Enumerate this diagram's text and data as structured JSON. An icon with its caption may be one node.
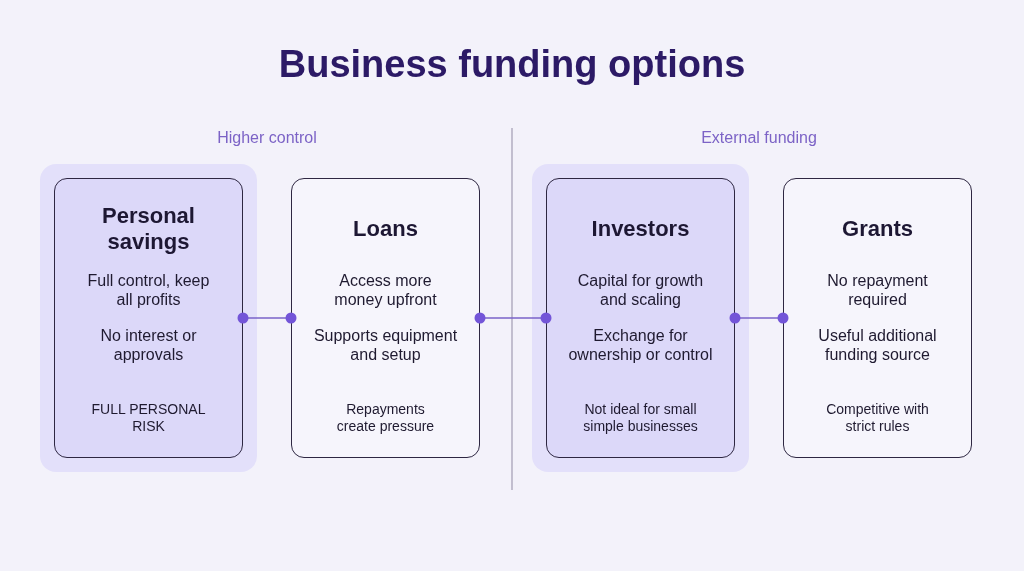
{
  "diagram": {
    "title": "Business funding options",
    "nodes": [
      {
        "text": [
          "Personal savings",
          "Full control, keep all profits",
          "No interest or approvals",
          "FULL PERSONAL RISK"
        ]
      },
      {
        "text": [
          "Loans",
          "Access more money upfront",
          "Supports equipment and setup",
          "Repayments create pressure"
        ]
      },
      {
        "text": [
          "Investors",
          "Capital for growth and scaling",
          "Exchange for ownership or control",
          "Not ideal for small simple businesses"
        ]
      },
      {
        "text": [
          "Grants",
          "No repayment required",
          "Useful additional funding source",
          "Competitive with strict rules"
        ]
      }
    ],
    "edges": [
      {
        "from": 0,
        "to": 1,
        "arrow": "other"
      },
      {
        "from": 1,
        "to": 2,
        "arrow": "other"
      },
      {
        "from": 2,
        "to": 3,
        "arrow": "other"
      }
    ],
    "labels": [
      "Higher control",
      "External funding"
    ]
  }
}
